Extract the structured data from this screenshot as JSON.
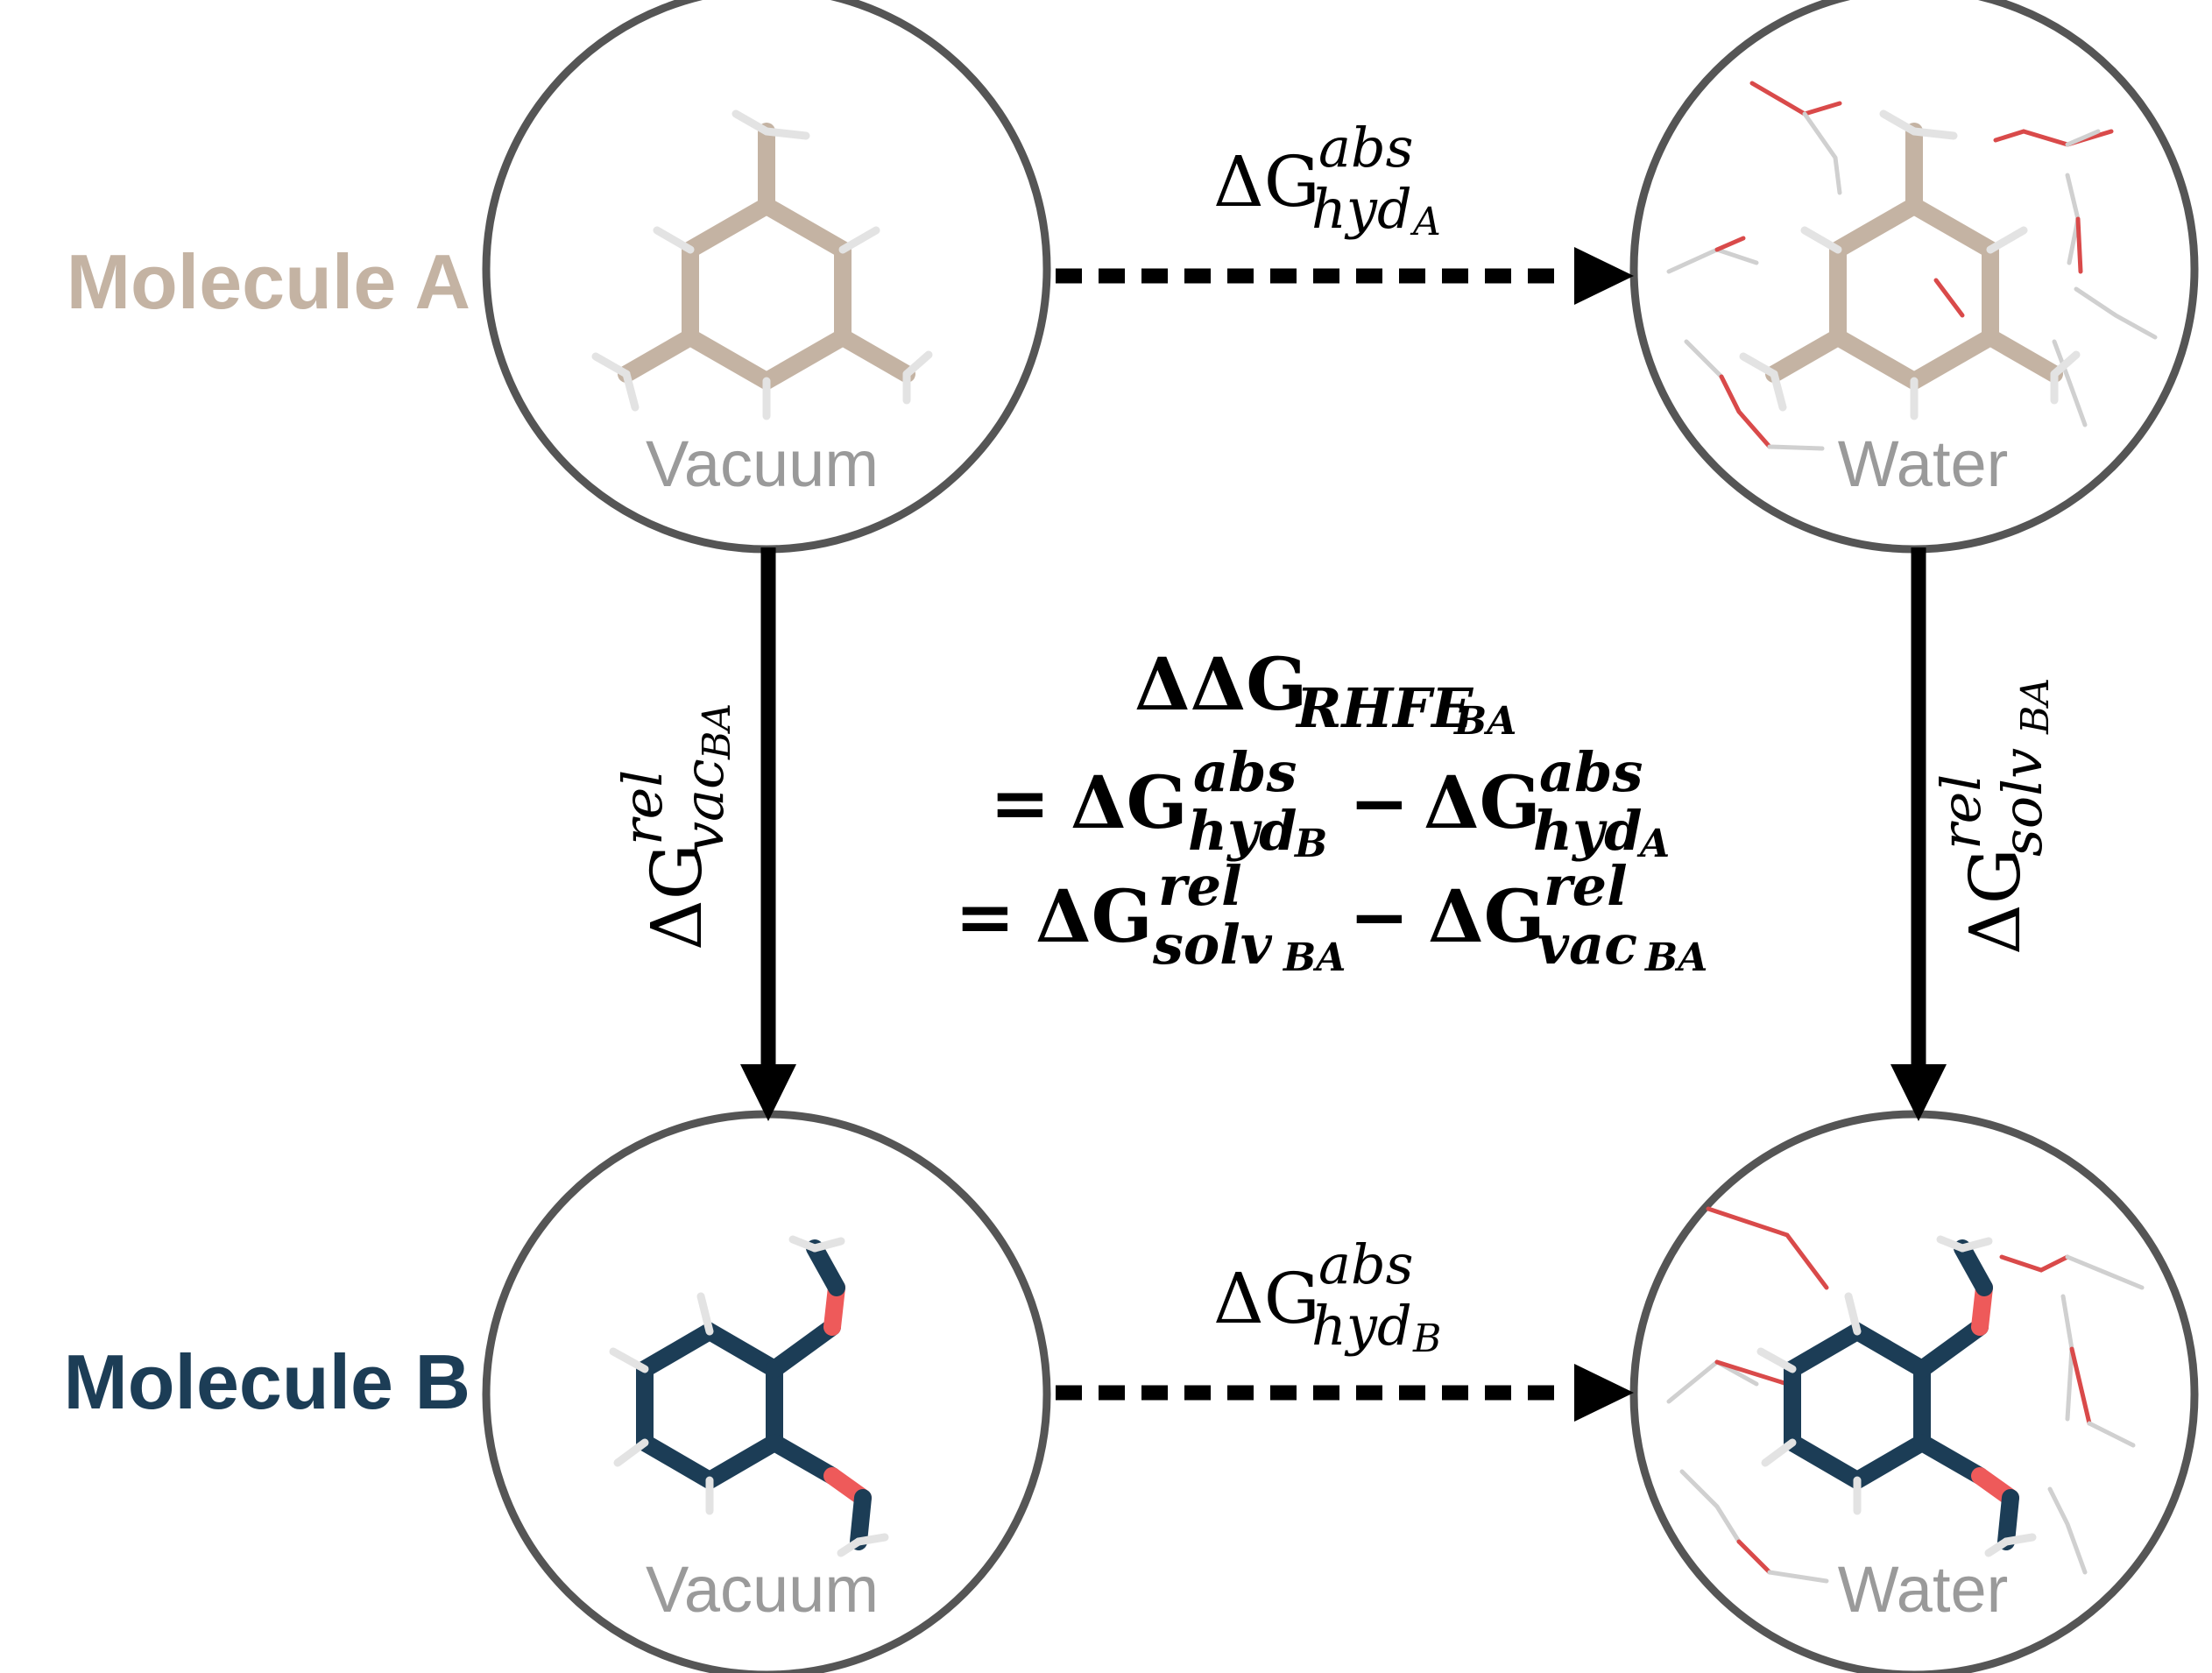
{
  "molecules": {
    "a": {
      "label": "Molecule A",
      "color": "#c4b3a3"
    },
    "b": {
      "label": "Molecule B",
      "color": "#1c3d56"
    }
  },
  "environments": {
    "vacuum": "Vacuum",
    "water": "Water"
  },
  "edges": {
    "top": {
      "delta": "ΔG",
      "sup": "abs",
      "sub": "hyd",
      "subsub": "A"
    },
    "bottom": {
      "delta": "ΔG",
      "sup": "abs",
      "sub": "hyd",
      "subsub": "B"
    },
    "left": {
      "delta": "ΔG",
      "sup": "rel",
      "sub": "vac",
      "subsub": "BA"
    },
    "right": {
      "delta": "ΔG",
      "sup": "rel",
      "sub": "solv",
      "subsub": "BA"
    }
  },
  "equation": {
    "line1": {
      "main": "ΔΔG",
      "sub": "RHFE",
      "subsub": "BA"
    },
    "line2": {
      "eq": "=",
      "t1": {
        "main": "ΔG",
        "sup": "abs",
        "sub": "hyd",
        "subsub": "B"
      },
      "minus": "−",
      "t2": {
        "main": "ΔG",
        "sup": "abs",
        "sub": "hyd",
        "subsub": "A"
      }
    },
    "line3": {
      "eq": "=",
      "t1": {
        "main": "ΔG",
        "sup": "rel",
        "sub": "solv",
        "subsub": "BA"
      },
      "minus": "−",
      "t2": {
        "main": "ΔG",
        "sup": "rel",
        "sub": "vac",
        "subsub": "BA"
      }
    }
  },
  "colors": {
    "circle_stroke": "#555555",
    "arrow": "#000000",
    "water_oxygen": "#d94a4a",
    "water_hydrogen": "#d6d6d6",
    "molecule_oxygen": "#ee5a5a",
    "hydrogen": "#e3e3e3"
  }
}
